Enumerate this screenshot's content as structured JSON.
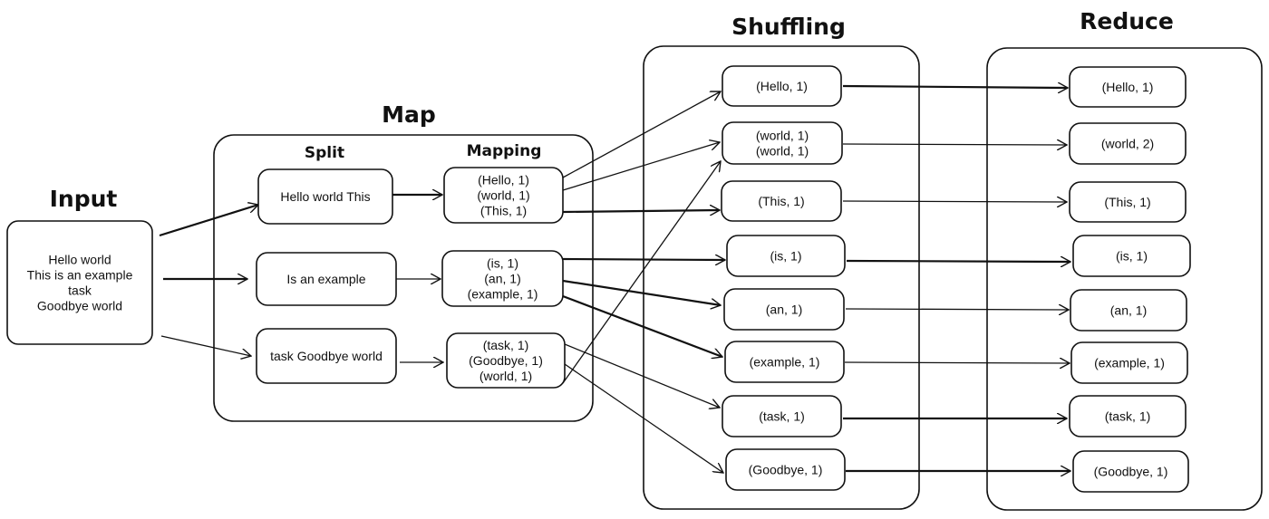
{
  "headings": {
    "input": "Input",
    "map": "Map",
    "split": "Split",
    "mapping": "Mapping",
    "shuffling": "Shuffling",
    "reduce": "Reduce"
  },
  "input": {
    "lines": [
      "Hello world",
      "This is an example",
      "task",
      "Goodbye world"
    ]
  },
  "split": {
    "items": [
      {
        "lines": [
          "Hello world This"
        ]
      },
      {
        "lines": [
          "Is an example"
        ]
      },
      {
        "lines": [
          "task Goodbye world"
        ]
      }
    ]
  },
  "mapping": {
    "items": [
      {
        "lines": [
          "(Hello, 1)",
          "(world, 1)",
          "(This, 1)"
        ]
      },
      {
        "lines": [
          "(is, 1)",
          "(an, 1)",
          "(example, 1)"
        ]
      },
      {
        "lines": [
          "(task, 1)",
          "(Goodbye, 1)",
          "(world, 1)"
        ]
      }
    ]
  },
  "shuffling": {
    "items": [
      {
        "lines": [
          "(Hello, 1)"
        ]
      },
      {
        "lines": [
          "(world, 1)",
          "(world, 1)"
        ]
      },
      {
        "lines": [
          "(This, 1)"
        ]
      },
      {
        "lines": [
          "(is, 1)"
        ]
      },
      {
        "lines": [
          "(an, 1)"
        ]
      },
      {
        "lines": [
          "(example, 1)"
        ]
      },
      {
        "lines": [
          "(task, 1)"
        ]
      },
      {
        "lines": [
          "(Goodbye, 1)"
        ]
      }
    ]
  },
  "reduce": {
    "items": [
      {
        "lines": [
          "(Hello, 1)"
        ]
      },
      {
        "lines": [
          "(world, 2)"
        ]
      },
      {
        "lines": [
          "(This, 1)"
        ]
      },
      {
        "lines": [
          "(is, 1)"
        ]
      },
      {
        "lines": [
          "(an, 1)"
        ]
      },
      {
        "lines": [
          "(example, 1)"
        ]
      },
      {
        "lines": [
          "(task, 1)"
        ]
      },
      {
        "lines": [
          "(Goodbye, 1)"
        ]
      }
    ]
  }
}
